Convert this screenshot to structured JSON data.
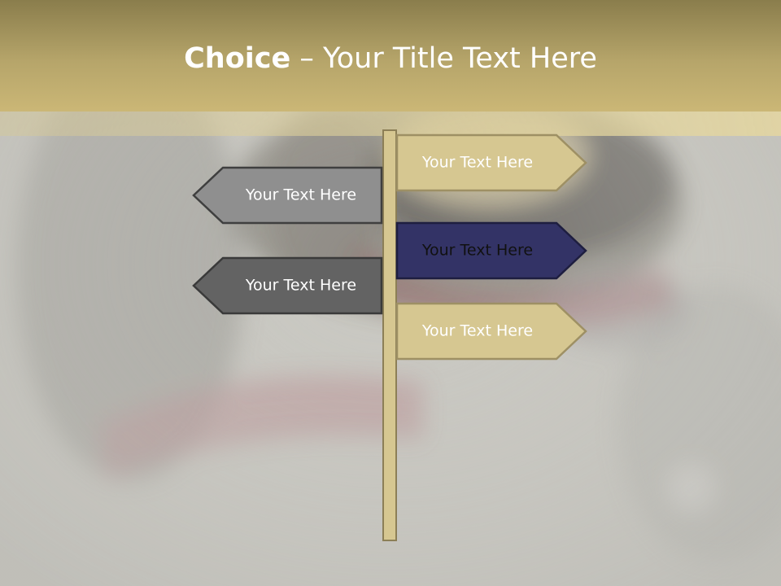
{
  "title": {
    "bold": "Choice",
    "separator": " – ",
    "rest": "Your Title Text Here"
  },
  "signs": [
    {
      "label": "Your Text Here",
      "direction": "right",
      "fill": "#d6c791",
      "stroke": "#9e9064",
      "text_color": "#ffffff"
    },
    {
      "label": "Your Text Here",
      "direction": "left",
      "fill": "#8f8f8f",
      "stroke": "#3f3f3f",
      "text_color": "#ffffff"
    },
    {
      "label": "Your Text Here",
      "direction": "right",
      "fill": "#333366",
      "stroke": "#1e1e40",
      "text_color": "#111111"
    },
    {
      "label": "Your Text Here",
      "direction": "left",
      "fill": "#636363",
      "stroke": "#3a3a3a",
      "text_color": "#ffffff"
    },
    {
      "label": "Your Text Here",
      "direction": "right",
      "fill": "#d6c791",
      "stroke": "#9e9064",
      "text_color": "#ffffff"
    }
  ],
  "colors": {
    "header": "#b6a56a",
    "pole": "#d6c791",
    "background": "#c7c6c0"
  }
}
